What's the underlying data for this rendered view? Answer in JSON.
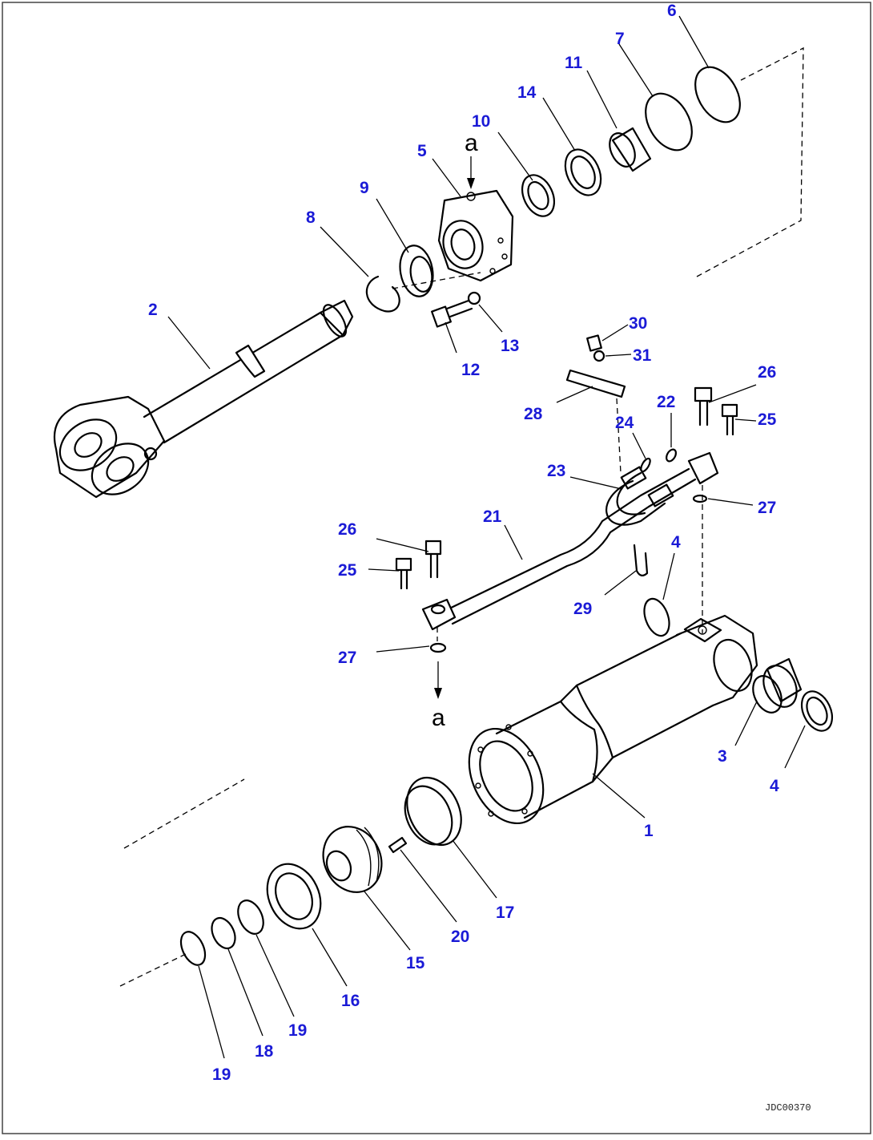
{
  "figure_code": "JDC00370",
  "label_color": "#1a1ad6",
  "line_color": "#000000",
  "view_marker": "a",
  "callouts": [
    "1",
    "2",
    "3",
    "4",
    "4",
    "5",
    "6",
    "7",
    "8",
    "9",
    "10",
    "11",
    "12",
    "13",
    "14",
    "15",
    "16",
    "17",
    "18",
    "19",
    "19",
    "20",
    "21",
    "22",
    "23",
    "24",
    "25",
    "25",
    "26",
    "26",
    "27",
    "27",
    "28",
    "29",
    "30",
    "31"
  ],
  "icons": [
    "cylinder-tube",
    "piston-rod",
    "bushing",
    "dust-seal",
    "cylinder-head",
    "o-ring",
    "backup-ring",
    "snap-ring",
    "dust-seal-head",
    "rod-packing",
    "buffer-ring",
    "bolt",
    "washer",
    "bushing-head",
    "piston",
    "piston-ring",
    "wear-ring",
    "plug",
    "hose-assembly",
    "tube",
    "clamp",
    "bolt",
    "flange"
  ]
}
